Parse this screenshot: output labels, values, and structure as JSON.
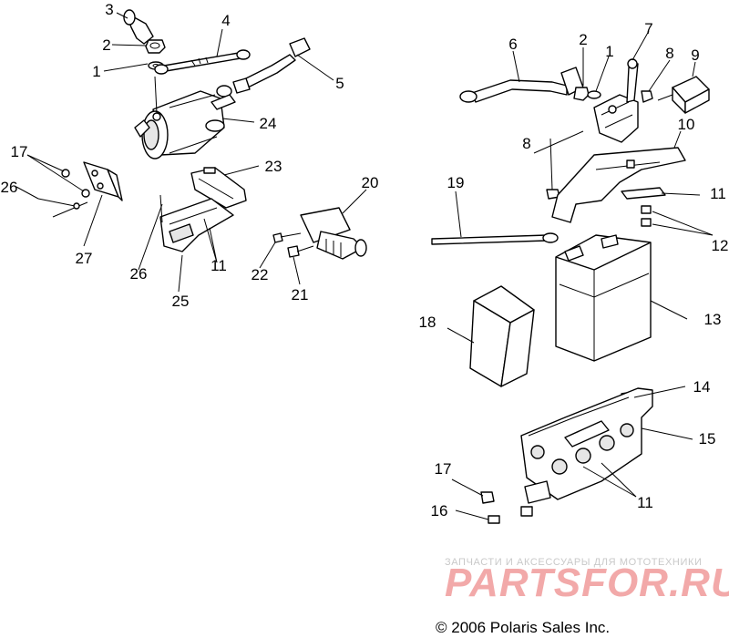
{
  "callouts": {
    "c3": "3",
    "c4": "4",
    "c2a": "2",
    "c1a": "1",
    "c5": "5",
    "c24": "24",
    "c17a": "17",
    "c26a": "26",
    "c27": "27",
    "c26b": "26",
    "c25": "25",
    "c11a": "11",
    "c23": "23",
    "c20": "20",
    "c22": "22",
    "c21": "21",
    "c6": "6",
    "c2b": "2",
    "c1b": "1",
    "c7": "7",
    "c8a": "8",
    "c9": "9",
    "c8b": "8",
    "c10": "10",
    "c19": "19",
    "c11b": "11",
    "c12": "12",
    "c18": "18",
    "c13": "13",
    "c14": "14",
    "c15": "15",
    "c17b": "17",
    "c16": "16",
    "c11c": "11"
  },
  "watermark": {
    "tagline": "ЗАПЧАСТИ И АКСЕССУАРЫ ДЛЯ МОТОТЕХНИКИ",
    "brand": "PARTSFOR.RU"
  },
  "copyright": "© 2006 Polaris Sales Inc.",
  "colors": {
    "line": "#000000",
    "watermark": "#f2a9a9",
    "watermark_tagline": "#c9c9c9"
  }
}
